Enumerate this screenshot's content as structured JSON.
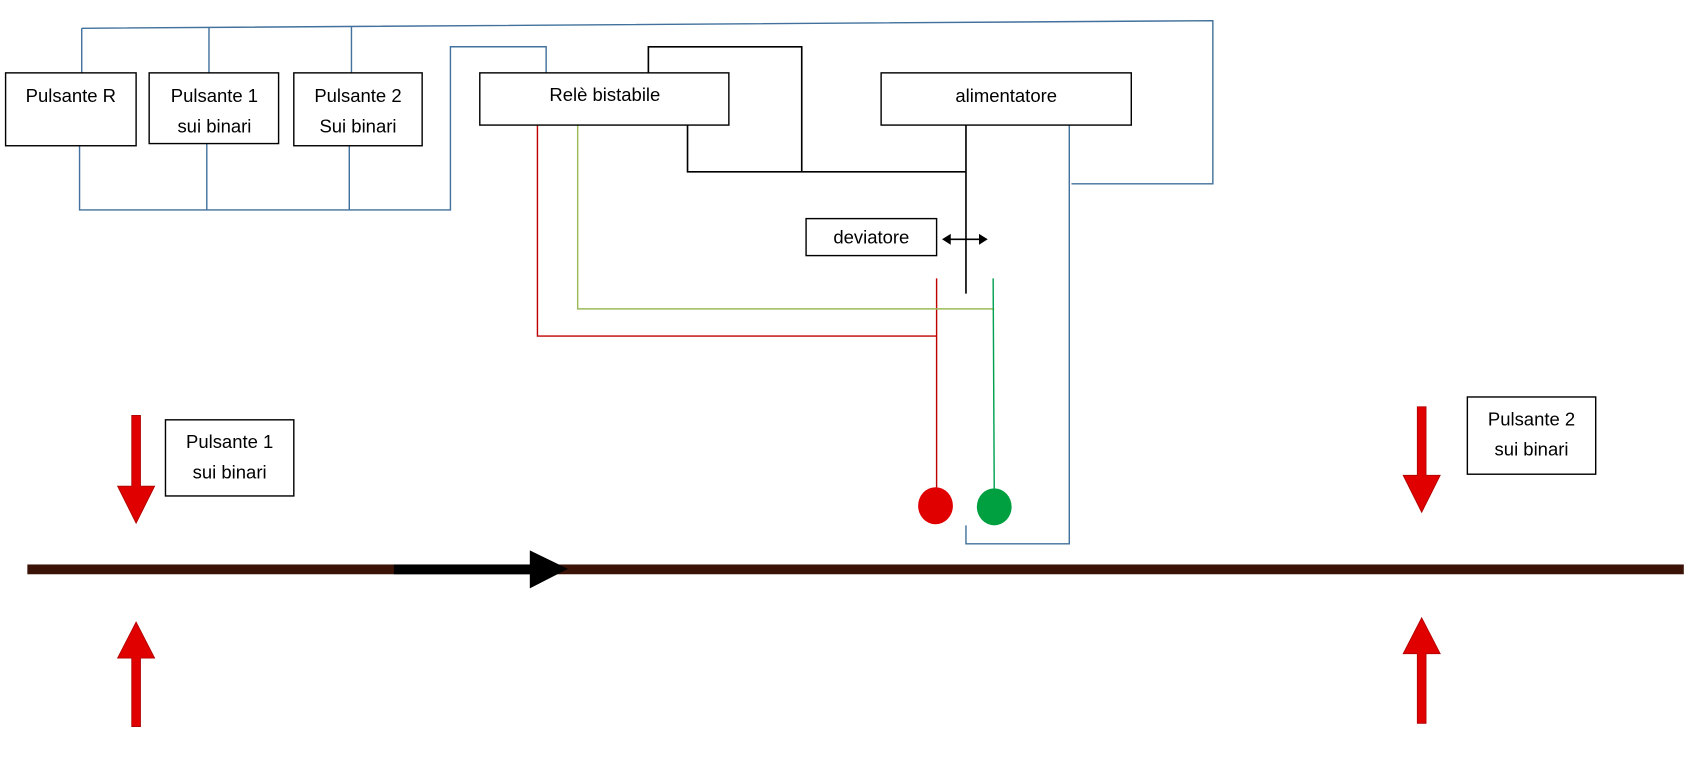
{
  "labels": {
    "pulsante_r": [
      "Pulsante R"
    ],
    "pulsante_1": [
      "Pulsante 1",
      "sui binari"
    ],
    "pulsante_2": [
      "Pulsante 2",
      "Sui binari"
    ],
    "rele": [
      "Relè bistabile"
    ],
    "alimentatore": [
      "alimentatore"
    ],
    "deviatore": [
      "deviatore"
    ],
    "track_pulsante_1": [
      "Pulsante 1",
      "sui binari"
    ],
    "track_pulsante_2": [
      "Pulsante 2",
      "sui binari"
    ]
  },
  "colors": {
    "blue_wire": "#41719c",
    "black_wire": "#000000",
    "red_wire": "#c00000",
    "yellowgreen_wire": "#9bbb59",
    "green_wire": "#00a050",
    "red_lamp": "#e00000",
    "green_lamp": "#00a040",
    "track": "#3a1206",
    "arrow_red": "#e00000"
  }
}
